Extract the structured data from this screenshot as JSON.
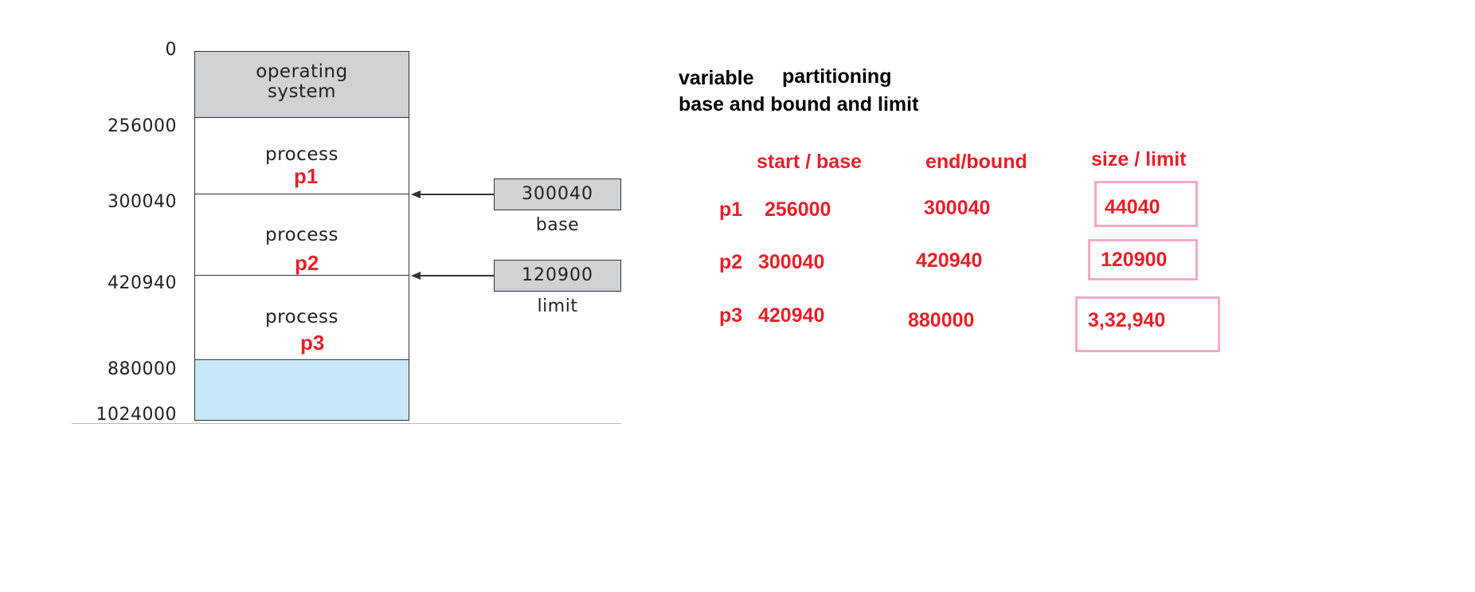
{
  "diagram": {
    "addresses": [
      "0",
      "256000",
      "300040",
      "420940",
      "880000",
      "1024000"
    ],
    "os_label": "operating\nsystem",
    "os_label_line1": "operating",
    "os_label_line2": "system",
    "process_label": "process",
    "processes": [
      "p1",
      "p2",
      "p3"
    ],
    "base_register": {
      "value": "300040",
      "caption": "base"
    },
    "limit_register": {
      "value": "120900",
      "caption": "limit"
    },
    "colors": {
      "os_block": "#d1d2d4",
      "free_block": "#c6e8f9",
      "process_name": "#e8202a"
    }
  },
  "notes": {
    "title_line1_a": "variable",
    "title_line1_b": "partitioning",
    "title_line2": "base and bound and limit",
    "headers": {
      "start": "start / base",
      "end": "end/bound",
      "size": "size / limit"
    },
    "rows": [
      {
        "name": "p1",
        "start": "256000",
        "end": "300040",
        "size": "44040"
      },
      {
        "name": "p2",
        "start": "300040",
        "end": "420940",
        "size": "120900"
      },
      {
        "name": "p3",
        "start": "420940",
        "end": "880000",
        "size": "3,32,940"
      }
    ],
    "colors": {
      "annotation": "#e8202a",
      "highlight_box": "#f4a9c7"
    }
  }
}
